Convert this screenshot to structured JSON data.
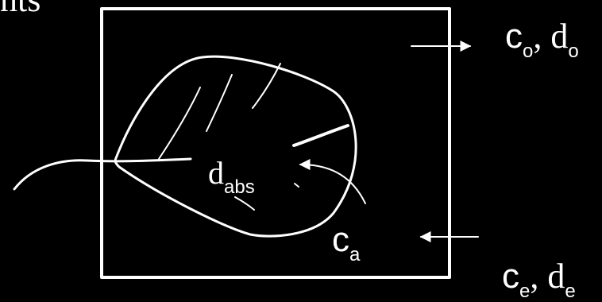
{
  "top_fragment": "nts",
  "outflow": {
    "c_symbol": "c",
    "c_sub": "o",
    "separator": ",",
    "d_symbol": "d",
    "d_sub": "o"
  },
  "inflow": {
    "c_symbol": "c",
    "c_sub": "e",
    "separator": ",",
    "d_symbol": "d",
    "d_sub": "e"
  },
  "absorbed": {
    "symbol": "d",
    "sub": "abs"
  },
  "ambient": {
    "symbol": "c",
    "sub": "a"
  },
  "colors": {
    "background": "#000000",
    "ink": "#ffffff"
  }
}
